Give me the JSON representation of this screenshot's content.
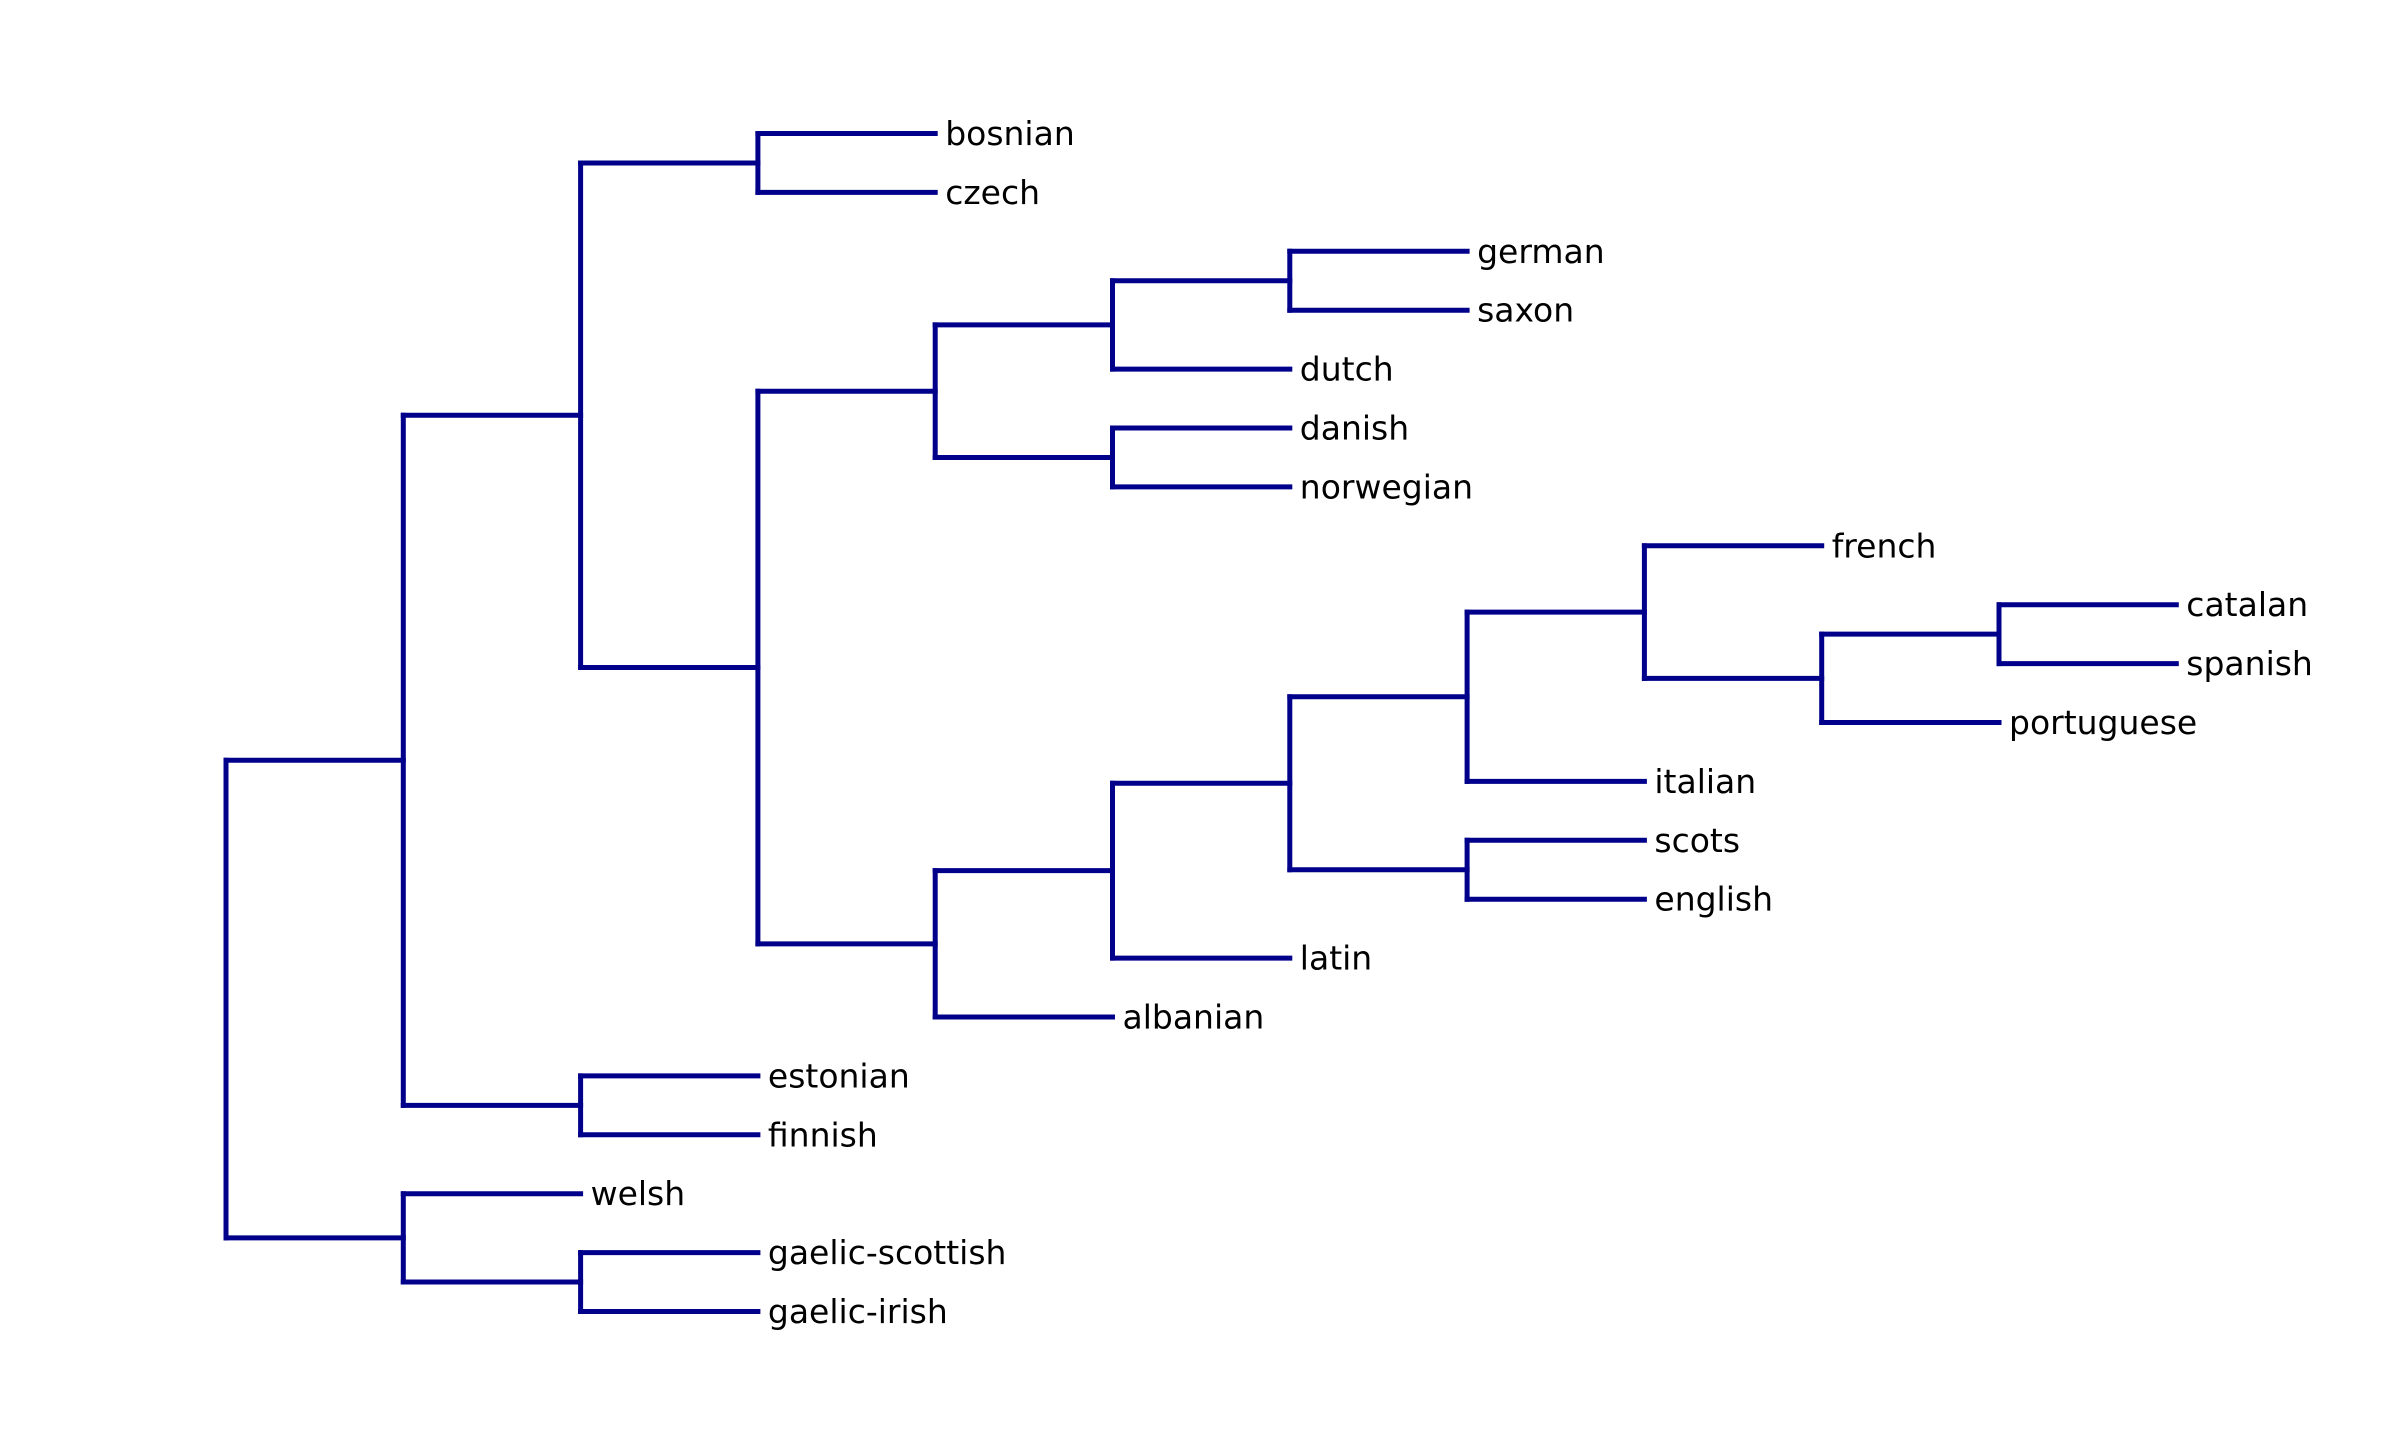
{
  "diagram": {
    "type": "dendrogram",
    "orientation": "left-to-right",
    "line_color": "#00008b",
    "label_color": "#000000",
    "leaves": [
      "bosnian",
      "czech",
      "german",
      "saxon",
      "dutch",
      "danish",
      "norwegian",
      "french",
      "catalan",
      "spanish",
      "portuguese",
      "italian",
      "scots",
      "english",
      "latin",
      "albanian",
      "estonian",
      "finnish",
      "welsh",
      "gaelic-scottish",
      "gaelic-irish"
    ],
    "tree": {
      "children": [
        {
          "children": [
            {
              "children": [
                {
                  "children": [
                    {
                      "leaf": "bosnian"
                    },
                    {
                      "leaf": "czech"
                    }
                  ]
                },
                {
                  "children": [
                    {
                      "children": [
                        {
                          "children": [
                            {
                              "children": [
                                {
                                  "leaf": "german"
                                },
                                {
                                  "leaf": "saxon"
                                }
                              ]
                            },
                            {
                              "leaf": "dutch"
                            }
                          ]
                        },
                        {
                          "children": [
                            {
                              "leaf": "danish"
                            },
                            {
                              "leaf": "norwegian"
                            }
                          ]
                        }
                      ]
                    },
                    {
                      "children": [
                        {
                          "children": [
                            {
                              "children": [
                                {
                                  "children": [
                                    {
                                      "children": [
                                        {
                                          "leaf": "french"
                                        },
                                        {
                                          "children": [
                                            {
                                              "children": [
                                                {
                                                  "leaf": "catalan"
                                                },
                                                {
                                                  "leaf": "spanish"
                                                }
                                              ]
                                            },
                                            {
                                              "leaf": "portuguese"
                                            }
                                          ]
                                        }
                                      ]
                                    },
                                    {
                                      "leaf": "italian"
                                    }
                                  ]
                                },
                                {
                                  "children": [
                                    {
                                      "leaf": "scots"
                                    },
                                    {
                                      "leaf": "english"
                                    }
                                  ]
                                }
                              ]
                            },
                            {
                              "leaf": "latin"
                            }
                          ]
                        },
                        {
                          "leaf": "albanian"
                        }
                      ]
                    }
                  ]
                }
              ]
            },
            {
              "children": [
                {
                  "leaf": "estonian"
                },
                {
                  "leaf": "finnish"
                }
              ]
            }
          ]
        },
        {
          "children": [
            {
              "leaf": "welsh"
            },
            {
              "children": [
                {
                  "leaf": "gaelic-scottish"
                },
                {
                  "leaf": "gaelic-irish"
                }
              ]
            }
          ]
        }
      ]
    }
  }
}
